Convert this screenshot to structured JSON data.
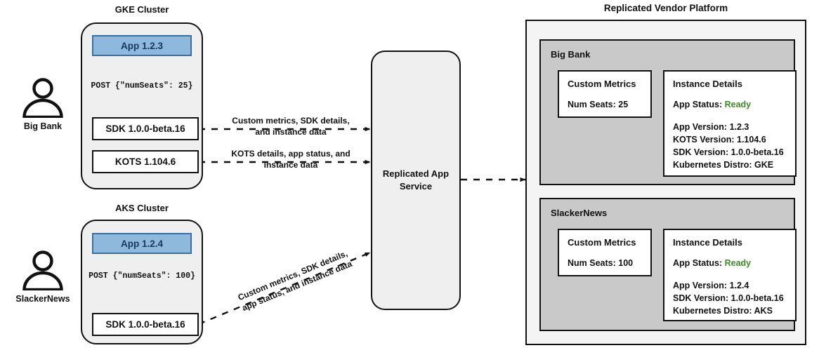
{
  "clusters": [
    {
      "title": "GKE Cluster",
      "actor": "Big Bank",
      "app_label": "App 1.2.3",
      "post_label": "POST {\"numSeats\": 25}",
      "boxes": [
        {
          "label": "SDK 1.0.0-beta.16"
        },
        {
          "label": "KOTS 1.104.6"
        }
      ]
    },
    {
      "title": "AKS Cluster",
      "actor": "SlackerNews",
      "app_label": "App 1.2.4",
      "post_label": "POST {\"numSeats\": 100}",
      "boxes": [
        {
          "label": "SDK 1.0.0-beta.16"
        }
      ]
    }
  ],
  "edges": {
    "sdk_to_service": "Custom metrics, SDK details, and instance data",
    "kots_to_service": "KOTS details, app status, and instance data",
    "aks_to_service": "Custom metrics, SDK details, app status, and instance data"
  },
  "service": {
    "label": "Replicated App Service"
  },
  "platform": {
    "title": "Replicated Vendor Platform",
    "customers": [
      {
        "name": "Big Bank",
        "metrics": {
          "title": "Custom Metrics",
          "lines": [
            "Num Seats: 25"
          ]
        },
        "details": {
          "title": "Instance Details",
          "status_label": "App Status:",
          "status_value": "Ready",
          "lines": [
            "App Version: 1.2.3",
            "KOTS Version: 1.104.6",
            "SDK Version: 1.0.0-beta.16",
            "Kubernetes Distro: GKE"
          ]
        }
      },
      {
        "name": "SlackerNews",
        "metrics": {
          "title": "Custom Metrics",
          "lines": [
            "Num Seats: 100"
          ]
        },
        "details": {
          "title": "Instance Details",
          "status_label": "App Status:",
          "status_value": "Ready",
          "lines": [
            "App Version: 1.2.4",
            "SDK Version: 1.0.0-beta.16",
            "Kubernetes Distro: AKS"
          ]
        }
      }
    ]
  },
  "colors": {
    "app_fill": "#8EB9DD",
    "app_border": "#3A6FA5",
    "cluster_fill": "#EFEFEF",
    "panel_fill": "#C9C9C9",
    "platform_fill": "#F4F4F4",
    "status_green": "#3C8C28",
    "stroke": "#111111"
  }
}
